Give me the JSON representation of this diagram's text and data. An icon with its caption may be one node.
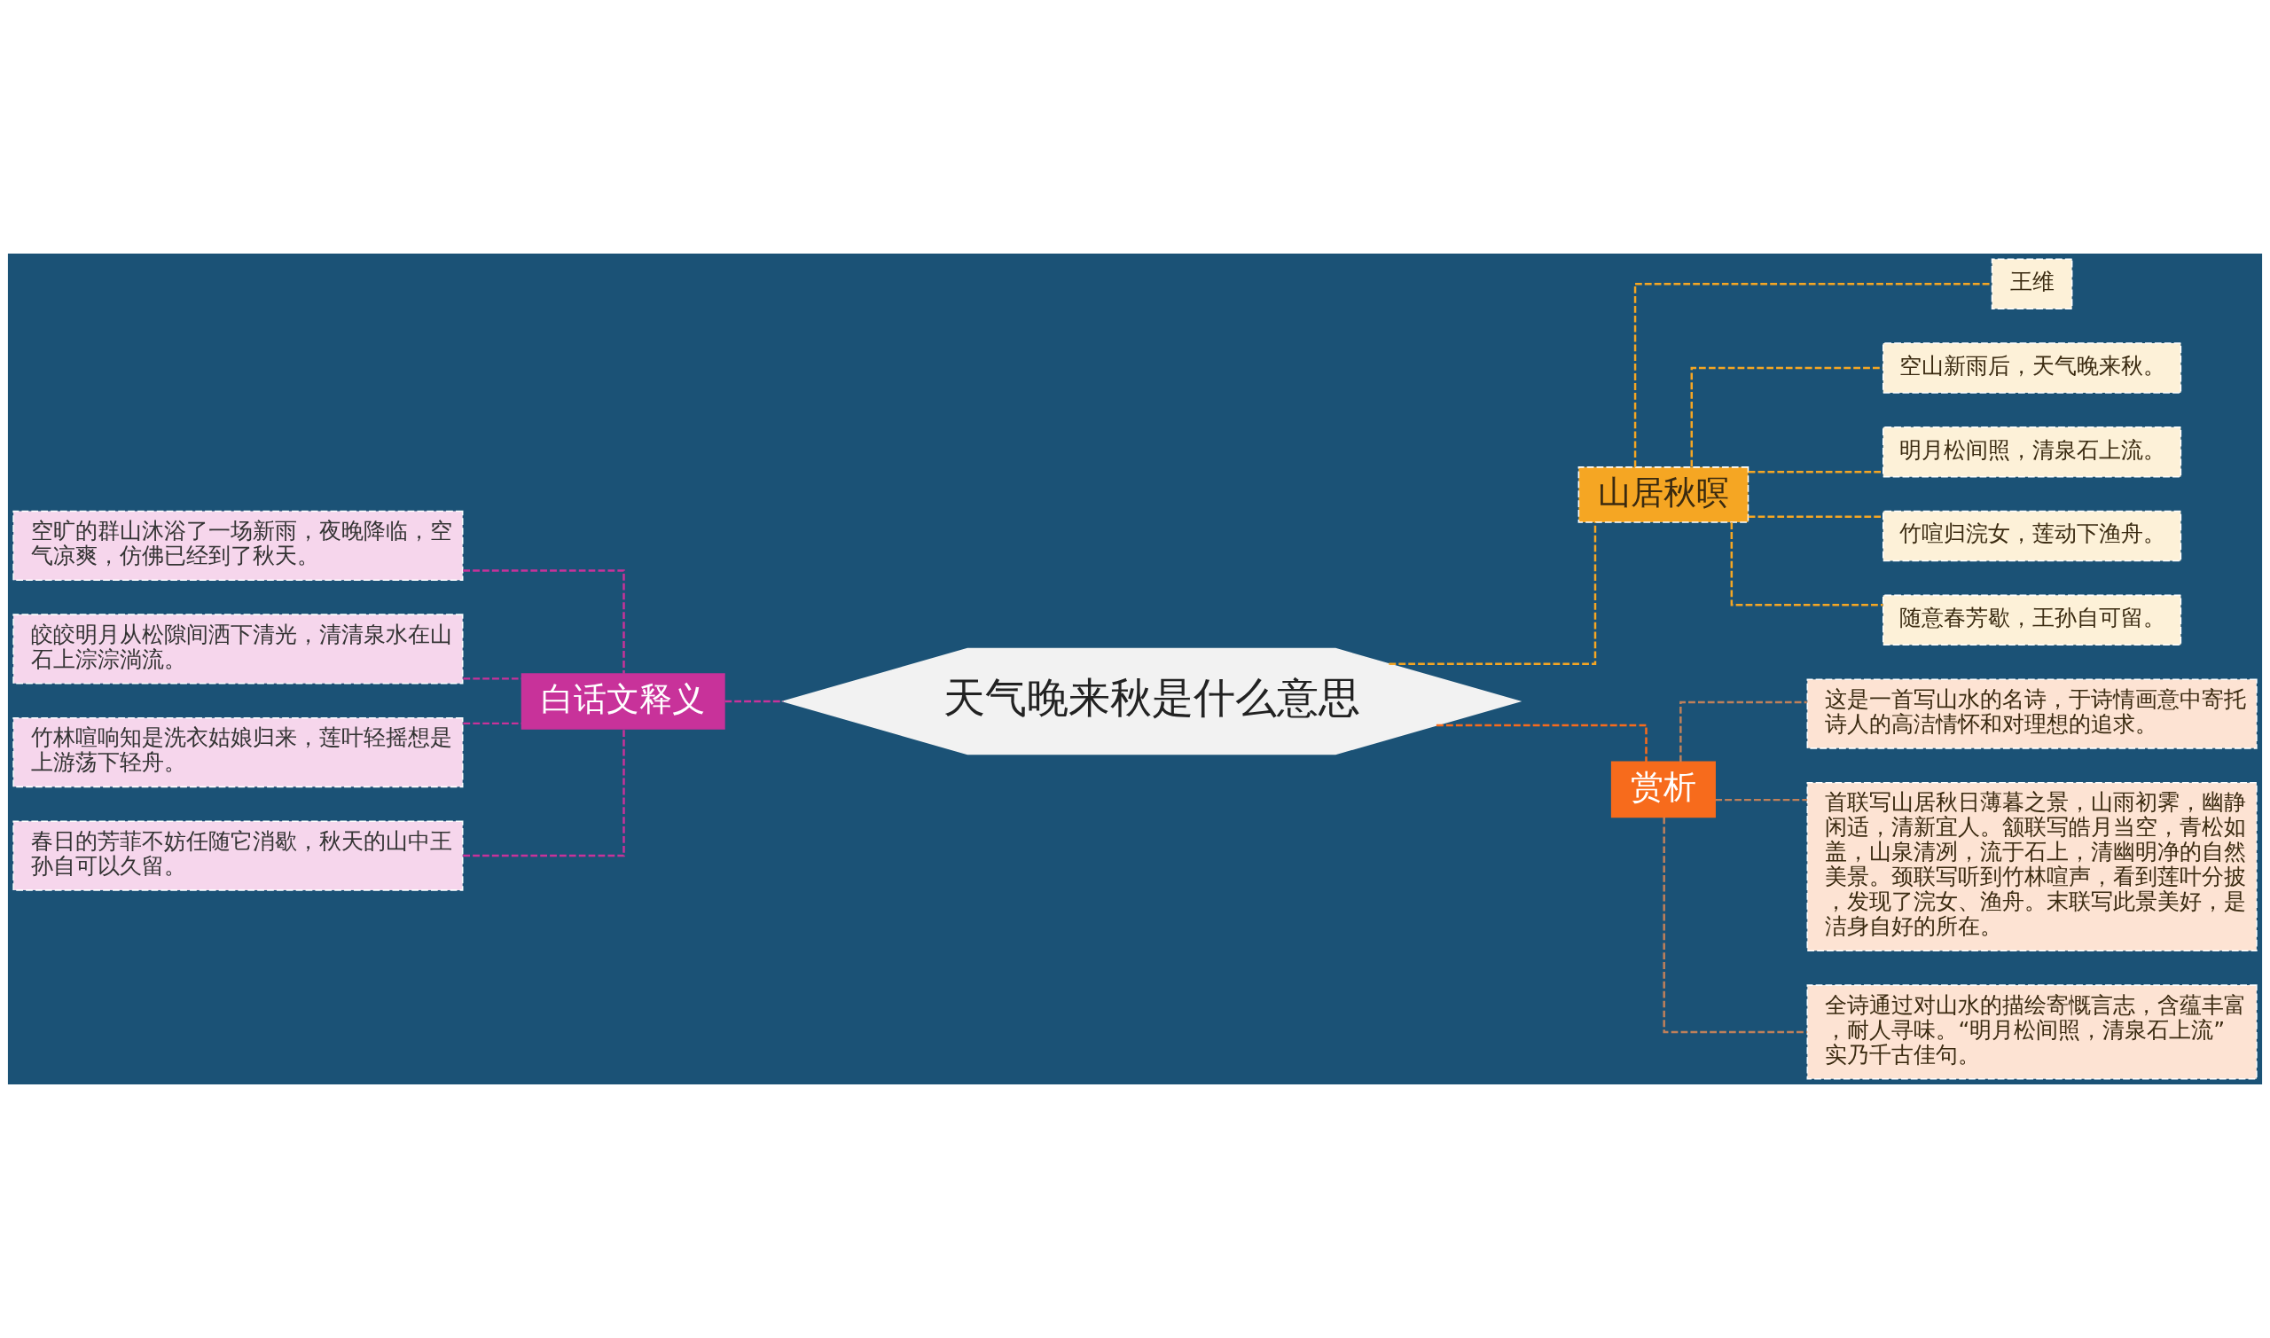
{
  "diagram": {
    "nodes": [
      {
        "text": [
          "天气晚来秋是什么意思"
        ]
      },
      {
        "text": [
          "白话文释义"
        ]
      },
      {
        "text": [
          "空旷的群山沐浴了一场新雨，夜晚降临，空气凉爽，仿佛已经到了秋天。"
        ]
      },
      {
        "text": [
          "皎皎明月从松隙间洒下清光，清清泉水在山石上淙淙淌流。"
        ]
      },
      {
        "text": [
          "竹林喧响知是洗衣姑娘归来，莲叶轻摇想是上游荡下轻舟。"
        ]
      },
      {
        "text": [
          "春日的芳菲不妨任随它消歇，秋天的山中王孙自可以久留。"
        ]
      },
      {
        "text": [
          "山居秋暝"
        ]
      },
      {
        "text": [
          "王维"
        ]
      },
      {
        "text": [
          "空山新雨后，天气晚来秋。"
        ]
      },
      {
        "text": [
          "明月松间照，清泉石上流。"
        ]
      },
      {
        "text": [
          "竹喧归浣女，莲动下渔舟。"
        ]
      },
      {
        "text": [
          "随意春芳歇，王孙自可留。"
        ]
      },
      {
        "text": [
          "赏析"
        ]
      },
      {
        "text": [
          "这是一首写山水的名诗，于诗情画意中寄托诗人的高洁情怀和对理想的追求。"
        ]
      },
      {
        "text": [
          "首联写山居秋日薄暮之景，山雨初霁，幽静闲适，清新宜人。颔联写皓月当空，青松如盖，山泉清冽，流于石上，清幽明净的自然美景。颈联写听到竹林喧声，看到莲叶分披，发现了浣女、渔舟。末联写此景美好，是洁身自好的所在。"
        ]
      },
      {
        "text": [
          "全诗通过对山水的描绘寄慨言志，含蕴丰富，耐人寻味。“明月松间照，清泉石上流”实乃千古佳句。"
        ]
      }
    ],
    "edges": [
      {
        "from": 0,
        "to": 1,
        "arrow": "none",
        "style": "dashed",
        "color": "#c8329a"
      },
      {
        "from": 1,
        "to": 2,
        "arrow": "none",
        "style": "dashed",
        "color": "#c8329a"
      },
      {
        "from": 1,
        "to": 3,
        "arrow": "none",
        "style": "dashed",
        "color": "#c8329a"
      },
      {
        "from": 1,
        "to": 4,
        "arrow": "none",
        "style": "dashed",
        "color": "#c8329a"
      },
      {
        "from": 1,
        "to": 5,
        "arrow": "none",
        "style": "dashed",
        "color": "#c8329a"
      },
      {
        "from": 0,
        "to": 6,
        "arrow": "none",
        "style": "dashed",
        "color": "#f5a623"
      },
      {
        "from": 6,
        "to": 7,
        "arrow": "none",
        "style": "dashed",
        "color": "#f5a623"
      },
      {
        "from": 6,
        "to": 8,
        "arrow": "none",
        "style": "dashed",
        "color": "#f5a623"
      },
      {
        "from": 6,
        "to": 9,
        "arrow": "none",
        "style": "dashed",
        "color": "#f5a623"
      },
      {
        "from": 6,
        "to": 10,
        "arrow": "none",
        "style": "dashed",
        "color": "#f5a623"
      },
      {
        "from": 6,
        "to": 11,
        "arrow": "none",
        "style": "dashed",
        "color": "#f5a623"
      },
      {
        "from": 0,
        "to": 12,
        "arrow": "none",
        "style": "dashed",
        "color": "#f76b1c"
      },
      {
        "from": 12,
        "to": 13,
        "arrow": "none",
        "style": "dashed",
        "color": "#c0805a"
      },
      {
        "from": 12,
        "to": 14,
        "arrow": "none",
        "style": "dashed",
        "color": "#c0805a"
      },
      {
        "from": 12,
        "to": 15,
        "arrow": "none",
        "style": "dashed",
        "color": "#c0805a"
      }
    ]
  }
}
